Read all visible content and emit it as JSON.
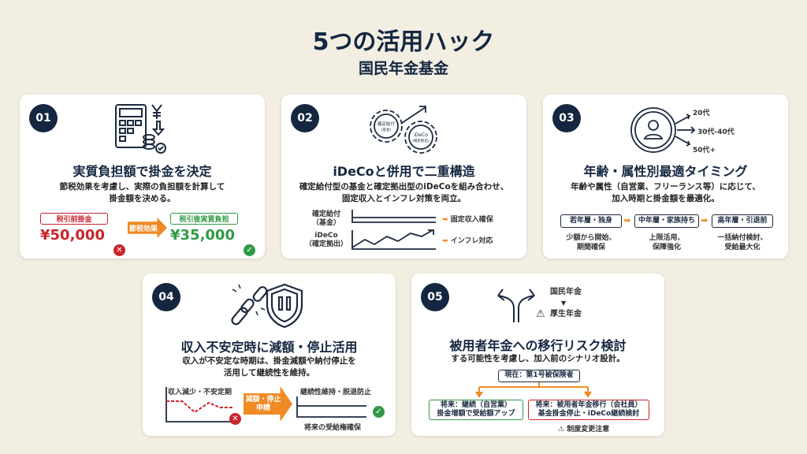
{
  "header": {
    "title": "5つの活用ハック",
    "subtitle": "国民年金基金"
  },
  "colors": {
    "navy": "#142640",
    "orange": "#ef8a24",
    "red": "#c9252c",
    "green": "#2f9a45",
    "background": "#f2eee2"
  },
  "cards": [
    {
      "num": "01",
      "title": "実質負担額で掛金を決定",
      "desc1": "節税効果を考慮し、実際の負担額を計算して",
      "desc2": "掛金額を決める。",
      "icon": "calculator-yen-icon",
      "before_label": "税引前掛金",
      "before_value": "¥50,000",
      "arrow_label": "節税効果",
      "after_label": "税引後実質負担",
      "after_value": "¥35,000"
    },
    {
      "num": "02",
      "title": "iDeCoと併用で二重構造",
      "desc1": "確定給付型の基金と確定拠出型のiDeCoを組み合わせ、",
      "desc2": "固定収入とインフレ対策を両立。",
      "icon": "gears-icon",
      "gear1": "確定給付",
      "gear1_sub": "(基金)",
      "gear2": "iDeCo",
      "gear2_sub": "(確定拠出)",
      "row1_label1": "確定給付",
      "row1_label2": "（基金）",
      "row1_result": "固定収入確保",
      "row2_label1": "iDeCo",
      "row2_label2": "（確定拠出）",
      "row2_result": "インフレ対応"
    },
    {
      "num": "03",
      "title": "年齢・属性別最適タイミング",
      "desc1": "年齢や属性（自営業、フリーランス等）に応じて、",
      "desc2": "加入時期と掛金額を最適化。",
      "icon": "clock-person-icon",
      "ages": [
        "20代",
        "30代-40代",
        "50代+"
      ],
      "stages": [
        {
          "label": "若年層・独身",
          "note1": "少額から開始、",
          "note2": "期間確保"
        },
        {
          "label": "中年層・家族持ち",
          "note1": "上限活用、",
          "note2": "保障強化"
        },
        {
          "label": "高年層・引退前",
          "note1": "一括納付検討、",
          "note2": "受給最大化"
        }
      ]
    },
    {
      "num": "04",
      "title": "収入不安定時に減額・停止活用",
      "desc1": "収入が不安定な時期は、掛金減額や納付停止を",
      "desc2": "活用して継続性を維持。",
      "icon": "broken-chain-shield-icon",
      "left_label": "収入減少・不安定期",
      "arrow1": "減額・停止",
      "arrow2": "申請",
      "right_label": "継続性維持・脱退防止",
      "bottom_label": "将来の受給権確保"
    },
    {
      "num": "05",
      "title": "被用者年金への移行リスク検討",
      "desc1": "する可能性を考慮し、加入前のシナリオ設計。",
      "icon": "split-arrow-icon",
      "from": "国民年金",
      "to": "厚生年金",
      "current": "現在：第1号被保険者",
      "left1": "将来：継続（自営業）",
      "left2": "掛金増額で受給額アップ",
      "right1": "将来：被用者年金移行（会社員）",
      "right2": "基金掛金停止・iDeCo継続検討",
      "warning": "制度変更注意"
    }
  ]
}
